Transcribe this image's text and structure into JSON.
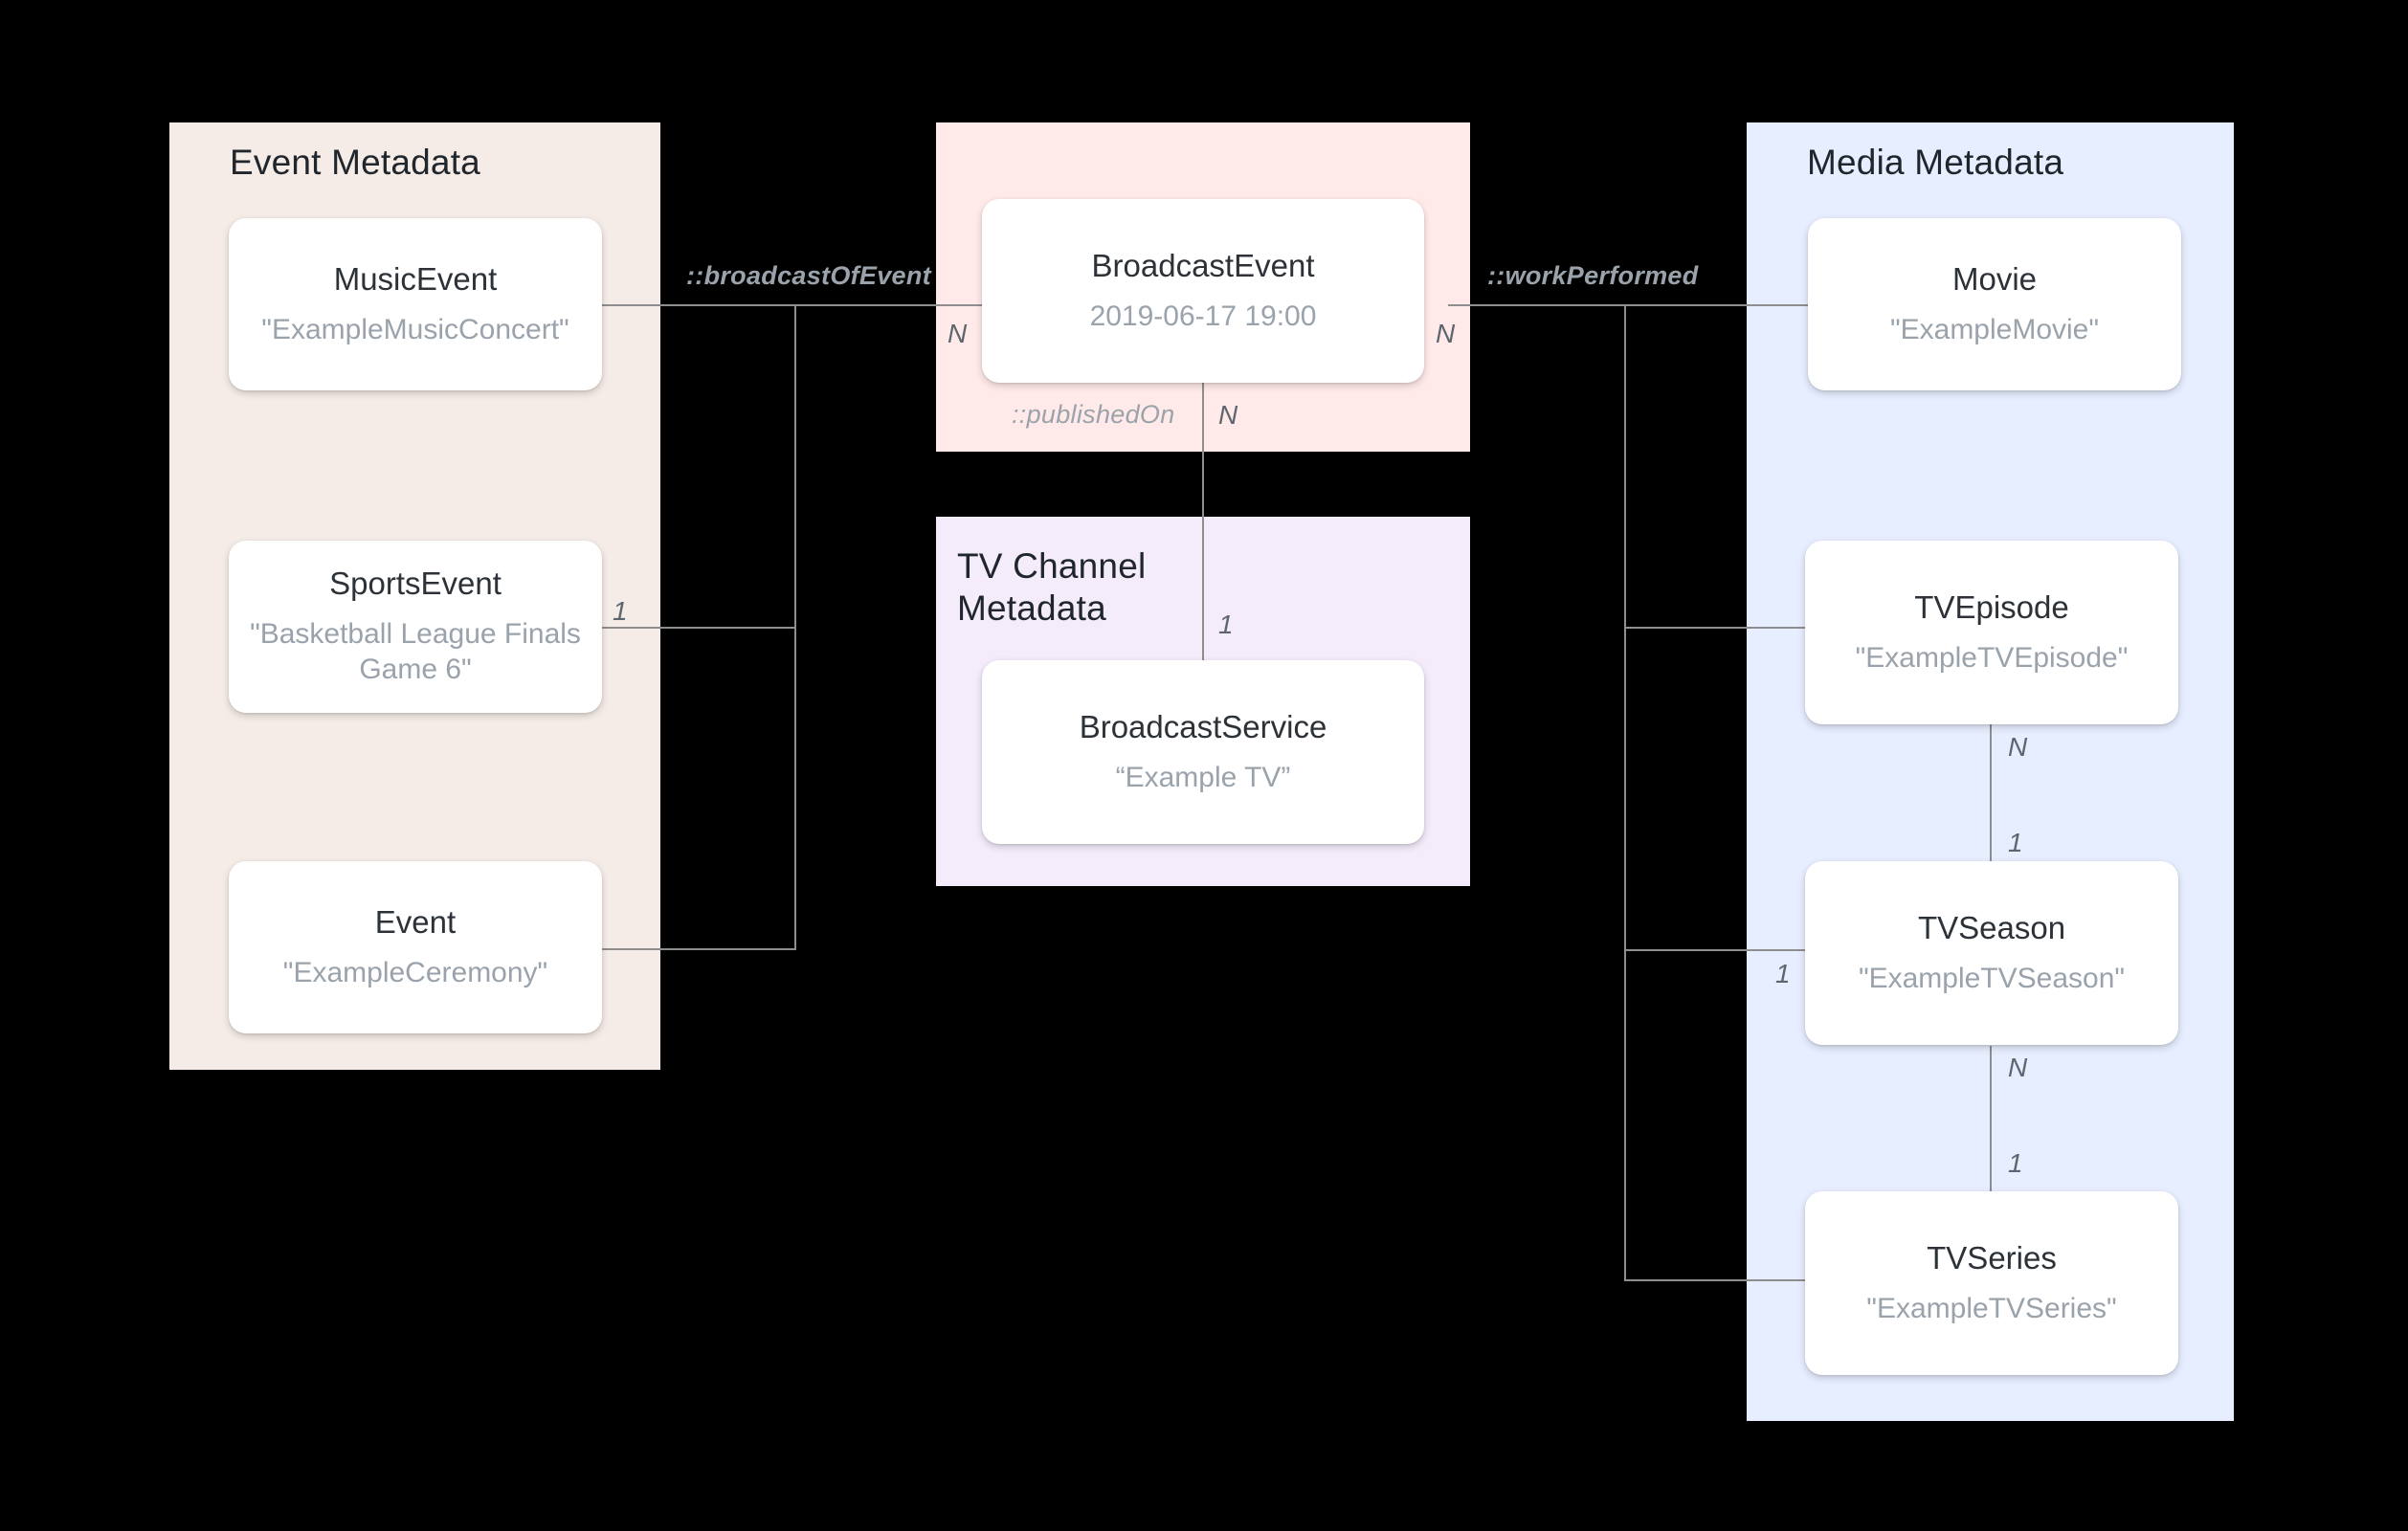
{
  "diagram": {
    "title_hidden": "",
    "panels": [
      {
        "id": "event",
        "title": "Event Metadata",
        "color": "#f5ece7"
      },
      {
        "id": "broadcast",
        "title": "",
        "color": "#ffeae9"
      },
      {
        "id": "tvchannel",
        "title": "TV Channel\nMetadata",
        "color": "#f4ecfb"
      },
      {
        "id": "media",
        "title": "Media Metadata",
        "color": "#e7eeff"
      }
    ],
    "nodes": [
      {
        "id": "musicevent",
        "title": "MusicEvent",
        "subtitle": "\"ExampleMusicConcert\""
      },
      {
        "id": "sportsevent",
        "title": "SportsEvent",
        "subtitle": "\"Basketball League Finals Game 6\""
      },
      {
        "id": "event",
        "title": "Event",
        "subtitle": "\"ExampleCeremony\""
      },
      {
        "id": "broadcastevent",
        "title": "BroadcastEvent",
        "subtitle": "2019-06-17 19:00"
      },
      {
        "id": "broadcastservice",
        "title": "BroadcastService",
        "subtitle": "“Example TV”"
      },
      {
        "id": "movie",
        "title": "Movie",
        "subtitle": "\"ExampleMovie\""
      },
      {
        "id": "tvepisode",
        "title": "TVEpisode",
        "subtitle": "\"ExampleTVEpisode\""
      },
      {
        "id": "tvseason",
        "title": "TVSeason",
        "subtitle": "\"ExampleTVSeason\""
      },
      {
        "id": "tvseries",
        "title": "TVSeries",
        "subtitle": "\"ExampleTVSeries\""
      }
    ],
    "relations": [
      {
        "id": "broadcastOfEvent",
        "label": "::broadcastOfEvent"
      },
      {
        "id": "workPerformed",
        "label": "::workPerformed"
      },
      {
        "id": "publishedOn",
        "label": "::publishedOn"
      }
    ],
    "cardinalities": {
      "broadcastevent_left": "N",
      "broadcastevent_right": "N",
      "broadcastevent_bottom": "N",
      "sportsevent_right": "1",
      "broadcastservice_top": "1",
      "tvepisode_bottom": "N",
      "tvseason_top": "1",
      "tvseason_left": "1",
      "tvseason_bottom": "N",
      "tvseries_top": "1"
    },
    "colors": {
      "edge": "#8e8e8e",
      "node_bg": "#ffffff",
      "title_text": "#20262c",
      "sub_text": "#9aa3ab",
      "label_text": "#5d666e",
      "background": "#000000"
    }
  }
}
